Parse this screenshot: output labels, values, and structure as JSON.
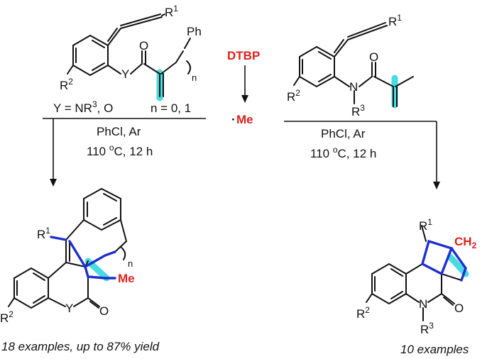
{
  "reagents": {
    "oxidant": "DTBP",
    "radical_dot": "·",
    "radical": "Me"
  },
  "left_reaction": {
    "substituent_note_prefix": "Y = NR",
    "substituent_note_sup": "3",
    "substituent_note_suffix": ", O",
    "n_note": "n = 0, 1",
    "solvent": "PhCl, Ar",
    "temp_prefix": "110 ",
    "temp_sup": "o",
    "temp_suffix": "C, 12 h",
    "caption": "18 examples, up to 87% yield"
  },
  "right_reaction": {
    "solvent": "PhCl, Ar",
    "temp_prefix": "110 ",
    "temp_sup": "o",
    "temp_suffix": "C, 12 h",
    "caption": "10 examples"
  },
  "atoms": {
    "R": "R",
    "sup1": "1",
    "sup2": "2",
    "sup3": "3",
    "Y": "Y",
    "O": "O",
    "N": "N",
    "Ph": "Ph",
    "n": "n",
    "Me": "Me",
    "CH2": "CH",
    "CH2_sub": "2"
  },
  "colors": {
    "highlight_cyan": "#35d7df",
    "bond_blue": "#1d2fd0",
    "reagent_red": "#e0201b"
  }
}
